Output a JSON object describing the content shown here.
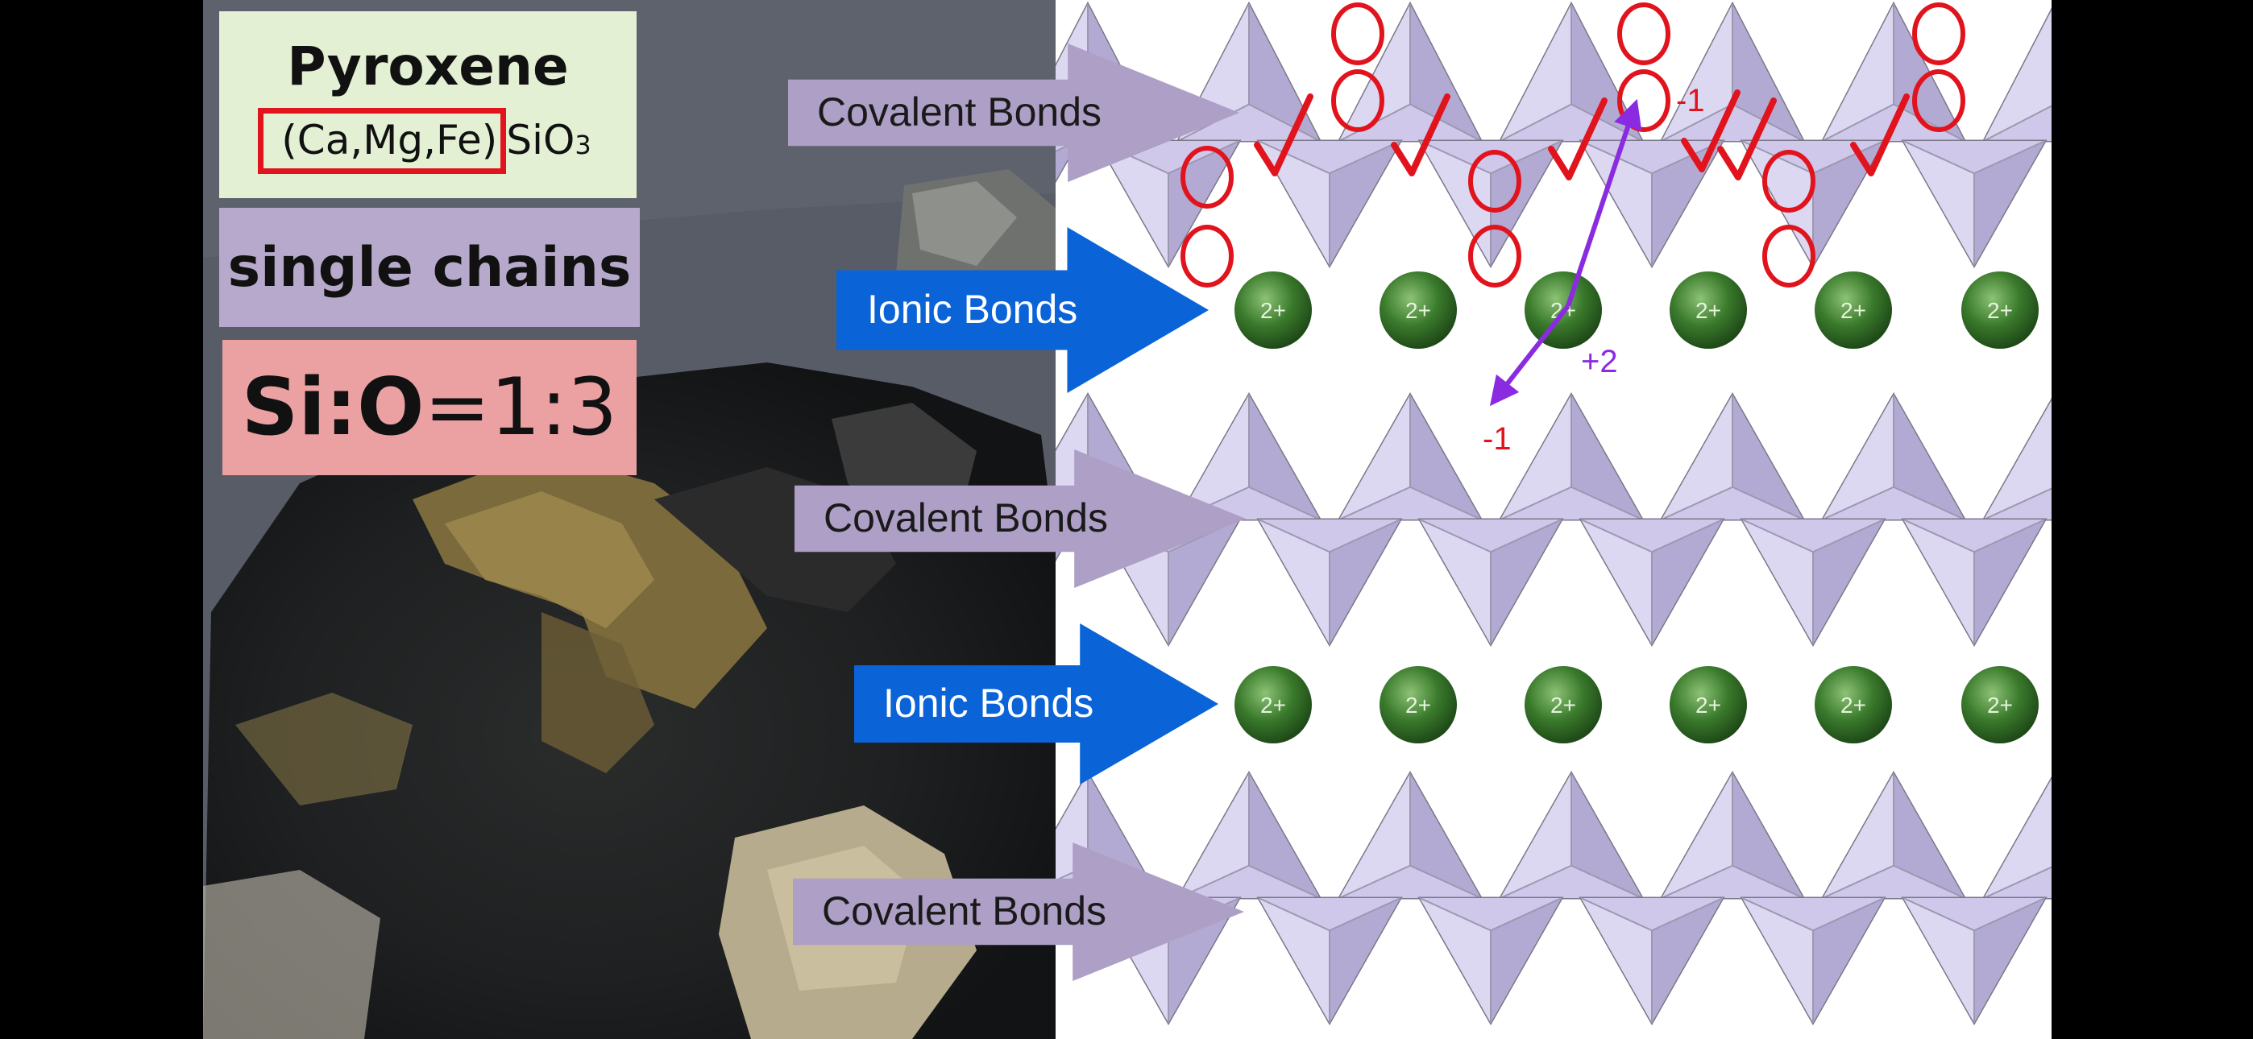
{
  "info": {
    "mineral_name": "Pyroxene",
    "formula_prefix": "(Ca,Mg,Fe)",
    "formula_base": "SiO",
    "formula_subscript": "3",
    "structure": "single chains",
    "ratio_bold": "Si:O",
    "ratio_rest": "=1:3"
  },
  "bonds": {
    "covalent": [
      "Covalent Bonds",
      "Covalent Bonds",
      "Covalent Bonds"
    ],
    "ionic": [
      "Ionic Bonds",
      "Ionic Bonds"
    ]
  },
  "cations": {
    "charge_label": "2+",
    "rows": [
      [
        "2+",
        "2+",
        "2+",
        "2+",
        "2+",
        "2+"
      ],
      [
        "2+",
        "2+",
        "2+",
        "2+",
        "2+",
        "2+"
      ]
    ]
  },
  "annotations": {
    "top_charge": "-1",
    "middle_charge": "+2",
    "bottom_charge": "-1"
  },
  "colors": {
    "covalent_arrow": "#ad9fc5",
    "ionic_arrow": "#0b63d8",
    "cation": "#3a7a2c",
    "tetrahedron": "#c7c0e3",
    "annotation_red": "#e1141e",
    "annotation_purple": "#8a2be2",
    "formula_panel": "#e3f0d4",
    "chains_panel": "#b7a9cb",
    "ratio_panel": "#eba0a2"
  }
}
